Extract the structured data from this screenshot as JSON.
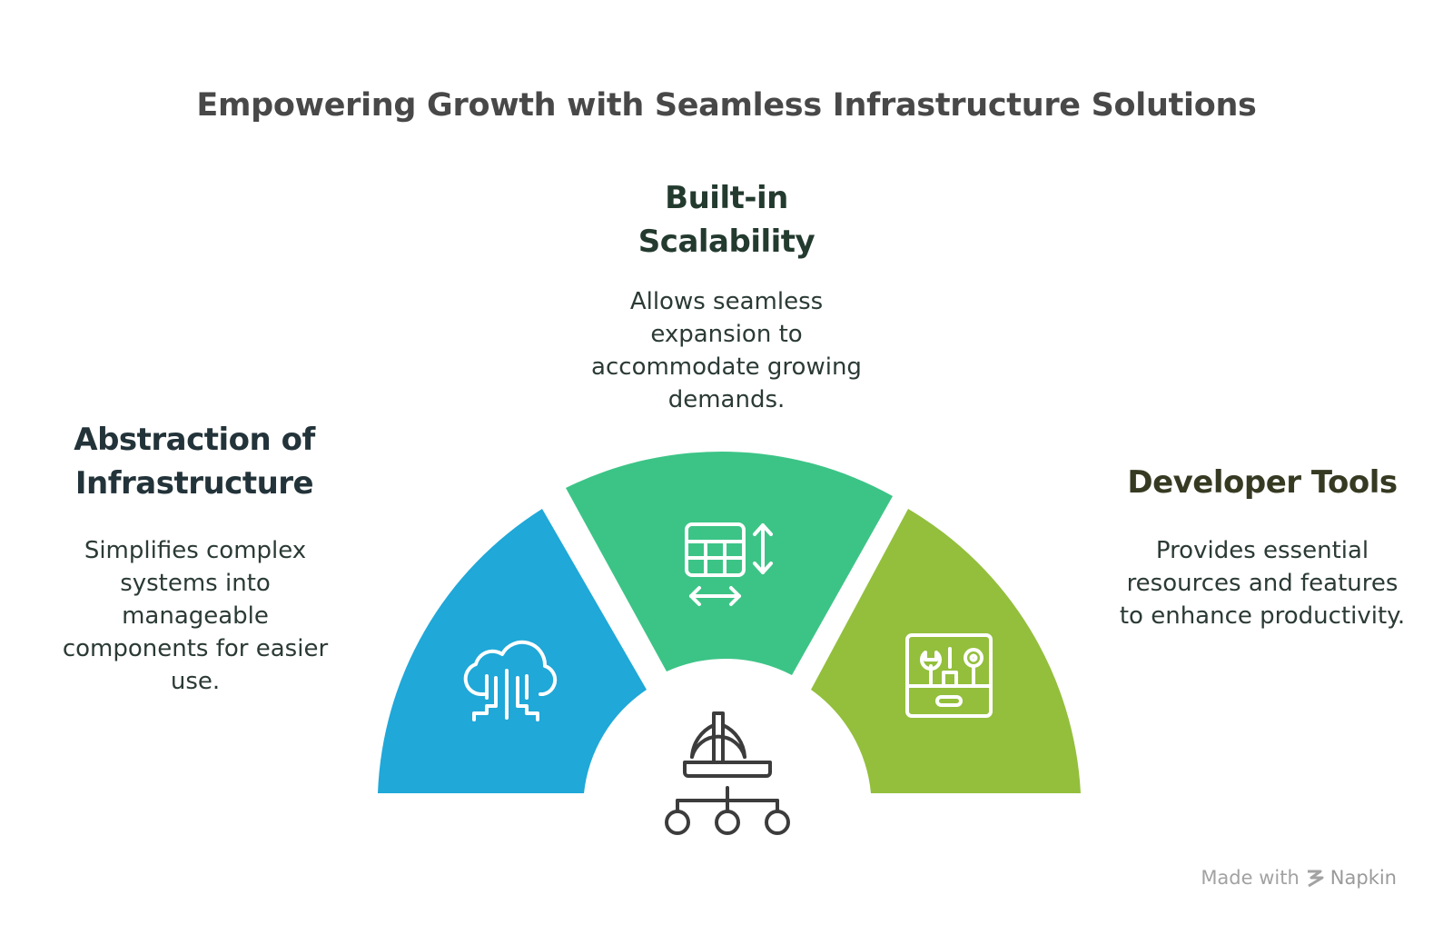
{
  "title": "Empowering Growth with Seamless Infrastructure Solutions",
  "segments": [
    {
      "heading": "Abstraction of Infrastructure",
      "heading_lines": [
        "Abstraction of",
        "Infrastructure"
      ],
      "description_lines": [
        "Simplifies complex",
        "systems into",
        "manageable",
        "components for easier",
        "use."
      ],
      "color": "#1fa8d8",
      "icon": "cloud-circuit-icon"
    },
    {
      "heading": "Built-in Scalability",
      "heading_lines": [
        "Built-in",
        "Scalability"
      ],
      "description_lines": [
        "Allows seamless",
        "expansion to",
        "accommodate growing",
        "demands."
      ],
      "color": "#3cc486",
      "icon": "scalable-grid-icon"
    },
    {
      "heading": "Developer Tools",
      "heading_lines": [
        "Developer Tools"
      ],
      "description_lines": [
        "Provides essential",
        "resources and features",
        "to enhance productivity."
      ],
      "color": "#93bf3c",
      "icon": "toolbox-icon"
    }
  ],
  "center_icon": "hardhat-network-icon",
  "footer": {
    "prefix": "Made with",
    "brand": "Napkin",
    "icon": "napkin-logo-icon"
  }
}
